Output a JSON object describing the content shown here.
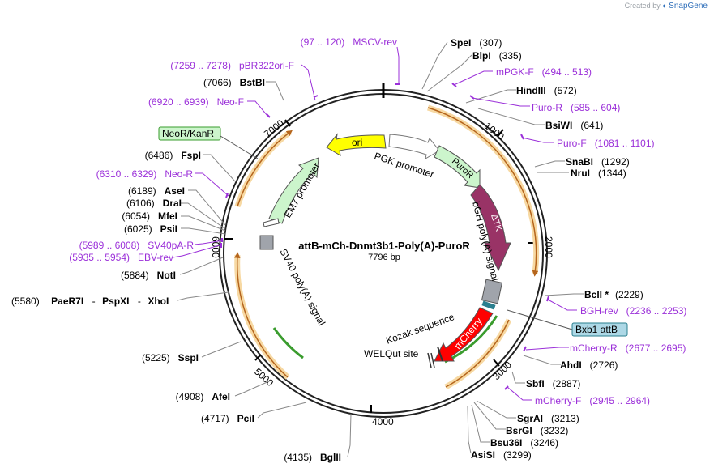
{
  "credit": {
    "prefix": "Created by",
    "brand": "SnapGene"
  },
  "plasmid": {
    "name": "attB-mCh-Dnmt3b1-Poly(A)-PuroR",
    "size": "7796 bp"
  },
  "ticks": [
    "1000",
    "2000",
    "3000",
    "4000",
    "5000",
    "6000",
    "7000"
  ],
  "sites": [
    {
      "name": "SpeI",
      "pos": "(307)"
    },
    {
      "name": "BlpI",
      "pos": "(335)"
    },
    {
      "name": "HindIII",
      "pos": "(572)"
    },
    {
      "name": "BsiWI",
      "pos": "(641)"
    },
    {
      "name": "SnaBI",
      "pos": "(1292)"
    },
    {
      "name": "NruI",
      "pos": "(1344)"
    },
    {
      "name": "BclI *",
      "pos": "(2229)"
    },
    {
      "name": "AhdI",
      "pos": "(2726)"
    },
    {
      "name": "SbfI",
      "pos": "(2887)"
    },
    {
      "name": "SgrAI",
      "pos": "(3213)"
    },
    {
      "name": "BsrGI",
      "pos": "(3232)"
    },
    {
      "name": "Bsu36I",
      "pos": "(3246)"
    },
    {
      "name": "AsiSI",
      "pos": "(3299)"
    },
    {
      "name": "BglII",
      "pos": "(4135)"
    },
    {
      "name": "PciI",
      "pos": "(4717)"
    },
    {
      "name": "AfeI",
      "pos": "(4908)"
    },
    {
      "name": "SspI",
      "pos": "(5225)"
    },
    {
      "name": "NotI",
      "pos": "(5884)"
    },
    {
      "name": "PsiI",
      "pos": "(6025)"
    },
    {
      "name": "MfeI",
      "pos": "(6054)"
    },
    {
      "name": "DraI",
      "pos": "(6106)"
    },
    {
      "name": "AseI",
      "pos": "(6189)"
    },
    {
      "name": "FspI",
      "pos": "(6486)"
    },
    {
      "name": "BstBI",
      "pos": "(7066)"
    }
  ],
  "multi_site": {
    "pos": "(5580)",
    "names": [
      "PaeR7I",
      "PspXI",
      "XhoI"
    ]
  },
  "primers": [
    {
      "name": "MSCV-rev",
      "range": "(97 .. 120)"
    },
    {
      "name": "mPGK-F",
      "range": "(494 .. 513)"
    },
    {
      "name": "Puro-R",
      "range": "(585 .. 604)"
    },
    {
      "name": "Puro-F",
      "range": "(1081 .. 1101)"
    },
    {
      "name": "BGH-rev",
      "range": "(2236 .. 2253)"
    },
    {
      "name": "mCherry-R",
      "range": "(2677 .. 2695)"
    },
    {
      "name": "mCherry-F",
      "range": "(2945 .. 2964)"
    },
    {
      "name": "EBV-rev",
      "range": "(5935 .. 5954)"
    },
    {
      "name": "SV40pA-R",
      "range": "(5989 .. 6008)"
    },
    {
      "name": "Neo-R",
      "range": "(6310 .. 6329)"
    },
    {
      "name": "Neo-F",
      "range": "(6920 .. 6939)"
    },
    {
      "name": "pBR322ori-F",
      "range": "(7259 .. 7278)"
    }
  ],
  "features": {
    "ori": "ori",
    "pgk": "PGK promoter",
    "puror": "PuroR",
    "dtk": "ΔTK",
    "bgh": "bGH poly(A) signal",
    "mcherry": "mCherry",
    "kozak": "Kozak sequence",
    "welqut": "WELQut site",
    "sv40": "SV40 poly(A) signal",
    "em7": "EM7 promoter",
    "neor": "NeoR/KanR",
    "bxb1": "Bxb1 attB"
  },
  "colors": {
    "ori": "#ffff00",
    "puror": "#ccf5cc",
    "em7": "#ccf5cc",
    "dtk": "#993366",
    "mcherry": "#ff0000",
    "orf": "#f5a623",
    "primer": "#9b30d9",
    "sv40": "#999999",
    "bxb1": "#add8e6"
  }
}
